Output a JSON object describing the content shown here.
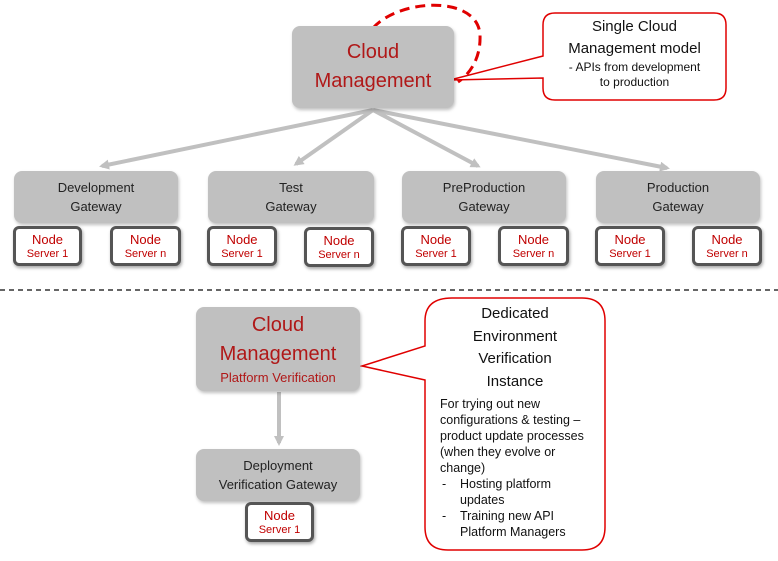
{
  "top": {
    "cloud_management": "Cloud\nManagement",
    "callout": {
      "title": "Single Cloud\nManagement model",
      "subtitle": "- APIs from  development\nto production"
    },
    "gateways": [
      {
        "label": "Development\nGateway",
        "nodes": [
          {
            "name": "Node",
            "server": "Server 1"
          },
          {
            "name": "Node",
            "server": "Server n"
          }
        ]
      },
      {
        "label": "Test\nGateway",
        "nodes": [
          {
            "name": "Node",
            "server": "Server 1"
          },
          {
            "name": "Node",
            "server": "Server n"
          }
        ]
      },
      {
        "label": "PreProduction\nGateway",
        "nodes": [
          {
            "name": "Node",
            "server": "Server 1"
          },
          {
            "name": "Node",
            "server": "Server n"
          }
        ]
      },
      {
        "label": "Production\nGateway",
        "nodes": [
          {
            "name": "Node",
            "server": "Server 1"
          },
          {
            "name": "Node",
            "server": "Server n"
          }
        ]
      }
    ]
  },
  "bottom": {
    "cloud_management": "Cloud\nManagement",
    "cloud_management_sub": "Platform Verification",
    "gateway": "Deployment\nVerification Gateway",
    "node": {
      "name": "Node",
      "server": "Server 1"
    },
    "callout": {
      "title": "Dedicated\nEnvironment\nVerification\nInstance",
      "body": "For trying out new configurations & testing – product update processes (when they evolve or change)",
      "bullets": [
        "Hosting platform updates",
        "Training new API Platform Managers"
      ]
    }
  },
  "colors": {
    "box_fill": "#c0c0c0",
    "accent_red": "#c00000",
    "connector": "#c0c0c0",
    "node_border": "#555555"
  }
}
